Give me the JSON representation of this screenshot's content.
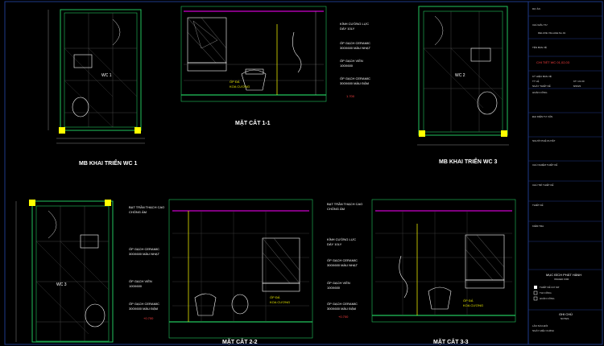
{
  "colors": {
    "bg": "#000000",
    "wall": "#22c55e",
    "text": "#ffffff",
    "accent": "#e6e600",
    "level": "#ff4040",
    "magenta": "#ff00ff",
    "frame": "#1e3a8a",
    "grid": "#777777"
  },
  "titles": {
    "plan1": "MB KHAI TRIỂN WC 1",
    "plan3": "MB KHAI TRIỂN WC 3",
    "sec11": "MẶT CẮT 1-1",
    "sec22": "MẶT CẮT 2-2",
    "sec33": "MẶT CẮT 3-3"
  },
  "rooms": {
    "wc1": "WC 1",
    "wc2": "WC 2",
    "wc3": "WC 3"
  },
  "annotations": {
    "mirror": "KÍNH CƯỜNG LỰC",
    "mirror_sub": "DÀY 10LY",
    "ceramic": "ỐP GẠCH CERAMIC",
    "ceramic_sub": "300X600 MÀU NHẠT",
    "vien": "ỐP GẠCH VIỀN",
    "vien_sub": "100X600",
    "ceramic2": "ỐP GẠCH CERAMIC",
    "ceramic2_sub": "300X600 MÀU ĐẬM",
    "da": "ỐP ĐÁ",
    "da_sub": "KOA CƯƠNG",
    "bat": "BẠT TRẦN THẠCH CAO",
    "bat_sub": "CHỐNG ẨM",
    "level1": "1.700",
    "level2": "+0.700",
    "level3": "+0.700"
  },
  "title_block": {
    "rows": [
      "DỰ ÁN",
      "CHỦ ĐẦU TƯ",
      "DELUXE VILLAGE No.01",
      "TÊN BẢN VẼ",
      "CHI TIẾT WC 01,02,03",
      "KÝ HIỆU BẢN VẼ",
      "TỶ LỆ",
      "NGÀY THIẾT KẾ",
      "HOÀN CÔNG",
      "ĐẠI DIỆN TƯ VẤN",
      "NGƯỜI PHÊ DUYỆT",
      "CHỦ NHIỆM THIẾT KẾ",
      "CHỦ TRÌ THIẾT KẾ",
      "THIẾT KẾ",
      "KIỂM TRA"
    ],
    "purpose_title": "MỤC ĐÍCH PHÁT HÀNH",
    "purpose_sub": "ISSUED FOR",
    "checks": [
      "THIẾT KẾ CƠ SỞ",
      "THI CÔNG",
      "HOÀN CÔNG"
    ],
    "notes_title": "GHI CHÚ",
    "notes_sub": "NOTES",
    "scale": "KT: 1/1.00",
    "date": "8/2023",
    "footer1": "LẦN SỬA ĐỔI",
    "footer2": "NGÀY HIỆU CHỈNH"
  }
}
